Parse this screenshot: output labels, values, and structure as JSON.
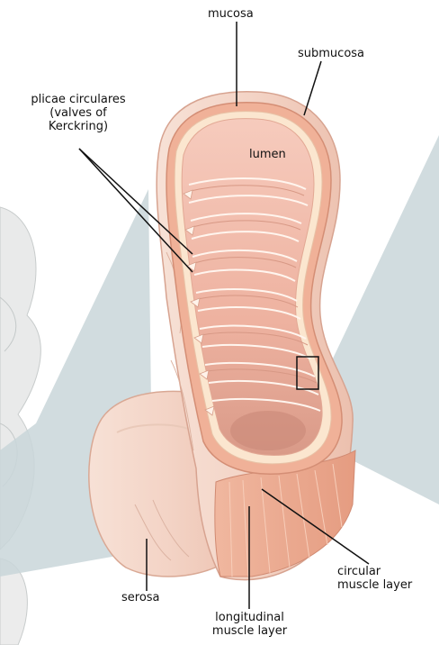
{
  "labels": {
    "mucosa": "mucosa",
    "submucosa": "submucosa",
    "plicae_line1": "plicae circulares",
    "plicae_line2": "(valves of",
    "plicae_line3": "Kerckring)",
    "lumen": "lumen",
    "circular_line1": "circular",
    "circular_line2": "muscle layer",
    "serosa": "serosa",
    "longitudinal_line1": "longitudinal",
    "longitudinal_line2": "muscle layer"
  },
  "colors": {
    "background": "#ffffff",
    "magnifier_cone": "#c9d6d9",
    "intestine_bg": "#e9eaea",
    "serosa_pink": "#f4d8cc",
    "muscle_orange": "#eaa98f",
    "submucosa_cream": "#fbe6cf",
    "mucosa_pink": "#f2bcaf",
    "lumen_pink": "#efb5a5",
    "fold_white": "#fff6f0",
    "leader_line": "#111111"
  }
}
